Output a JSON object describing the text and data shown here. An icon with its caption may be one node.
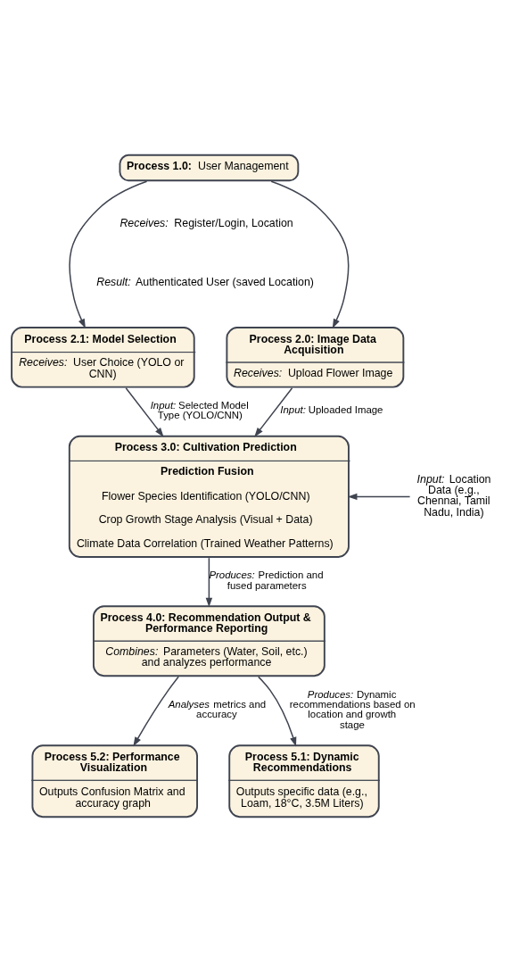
{
  "diagram": {
    "nodes": [
      {
        "text": [
          "**Process 1.0:** User Management"
        ]
      },
      {
        "text": [
          "Process 2.1: Model Selection",
          "*Receives:* User Choice (YOLO or CNN)"
        ]
      },
      {
        "text": [
          "Process 2.0: Image Data Acquisition",
          "*Receives:* Upload Flower Image"
        ]
      },
      {
        "text": [
          "Process 3.0: Cultivation Prediction",
          "Prediction Fusion",
          "Flower Species Identification (YOLO/CNN)",
          "Crop Growth Stage Analysis (Visual + Data)",
          "Climate Data Correlation (Trained Weather Patterns)"
        ]
      },
      {
        "text": [
          "*Input:* Location Data (e.g., Chennai, Tamil Nadu, India)"
        ]
      },
      {
        "text": [
          "Process 4.0: Recommendation Output & Performance Reporting",
          "*Combines:* Parameters (Water, Soil, etc.) and analyzes performance"
        ]
      },
      {
        "text": [
          "Process 5.2: Performance Visualization",
          "Outputs Confusion Matrix and accuracy graph"
        ]
      },
      {
        "text": [
          "Process 5.1: Dynamic Recommendations",
          "Outputs specific data (e.g., Loam, 18°C, 3.5M Liters)"
        ]
      }
    ],
    "edges": [
      {
        "from": 0,
        "to": 1,
        "arrow": "to"
      },
      {
        "from": 0,
        "to": 2,
        "arrow": "to"
      },
      {
        "from": 1,
        "to": 3,
        "arrow": "to",
        "label": "*Input:* Selected Model Type (YOLO/CNN)"
      },
      {
        "from": 2,
        "to": 3,
        "arrow": "to",
        "label": "*Input:* Uploaded Image"
      },
      {
        "from": 4,
        "to": 3,
        "arrow": "to"
      },
      {
        "from": 3,
        "to": 5,
        "arrow": "to",
        "label": "*Produces:* Prediction and fused parameters"
      },
      {
        "from": 5,
        "to": 6,
        "arrow": "to",
        "label": "*Analyses* metrics and accuracy"
      },
      {
        "from": 5,
        "to": 7,
        "arrow": "to",
        "label": "*Produces:* Dynamic recommendations based on location and growth stage"
      }
    ],
    "labels": [
      "*Receives:* Register/Login, Location",
      "*Result:* Authenticated User (saved Location)"
    ]
  }
}
